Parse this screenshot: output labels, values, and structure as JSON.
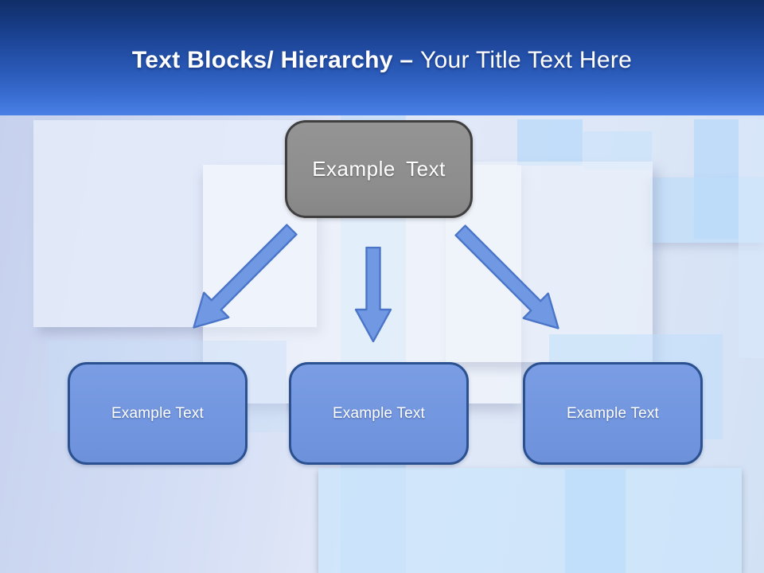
{
  "slide": {
    "title": {
      "bold": "Text Blocks/ Hierarchy",
      "separator": "–",
      "regular": "Your Title Text Here"
    },
    "root": {
      "label": "Example Text"
    },
    "children": [
      {
        "label": "Example Text"
      },
      {
        "label": "Example Text"
      },
      {
        "label": "Example Text"
      }
    ],
    "arrows": [
      {
        "name": "arrow-down-left"
      },
      {
        "name": "arrow-down"
      },
      {
        "name": "arrow-down-right"
      }
    ],
    "colors": {
      "header_top": "#0f2d66",
      "header_mid": "#2a5ab8",
      "header_bottom": "#4a80e6",
      "root_fill": "#8d8d8d",
      "root_border": "#3f3f3f",
      "child_fill": "#7296df",
      "child_border": "#2b5191",
      "arrow_fill": "#7199e3",
      "arrow_stroke": "#4a75c9"
    }
  }
}
